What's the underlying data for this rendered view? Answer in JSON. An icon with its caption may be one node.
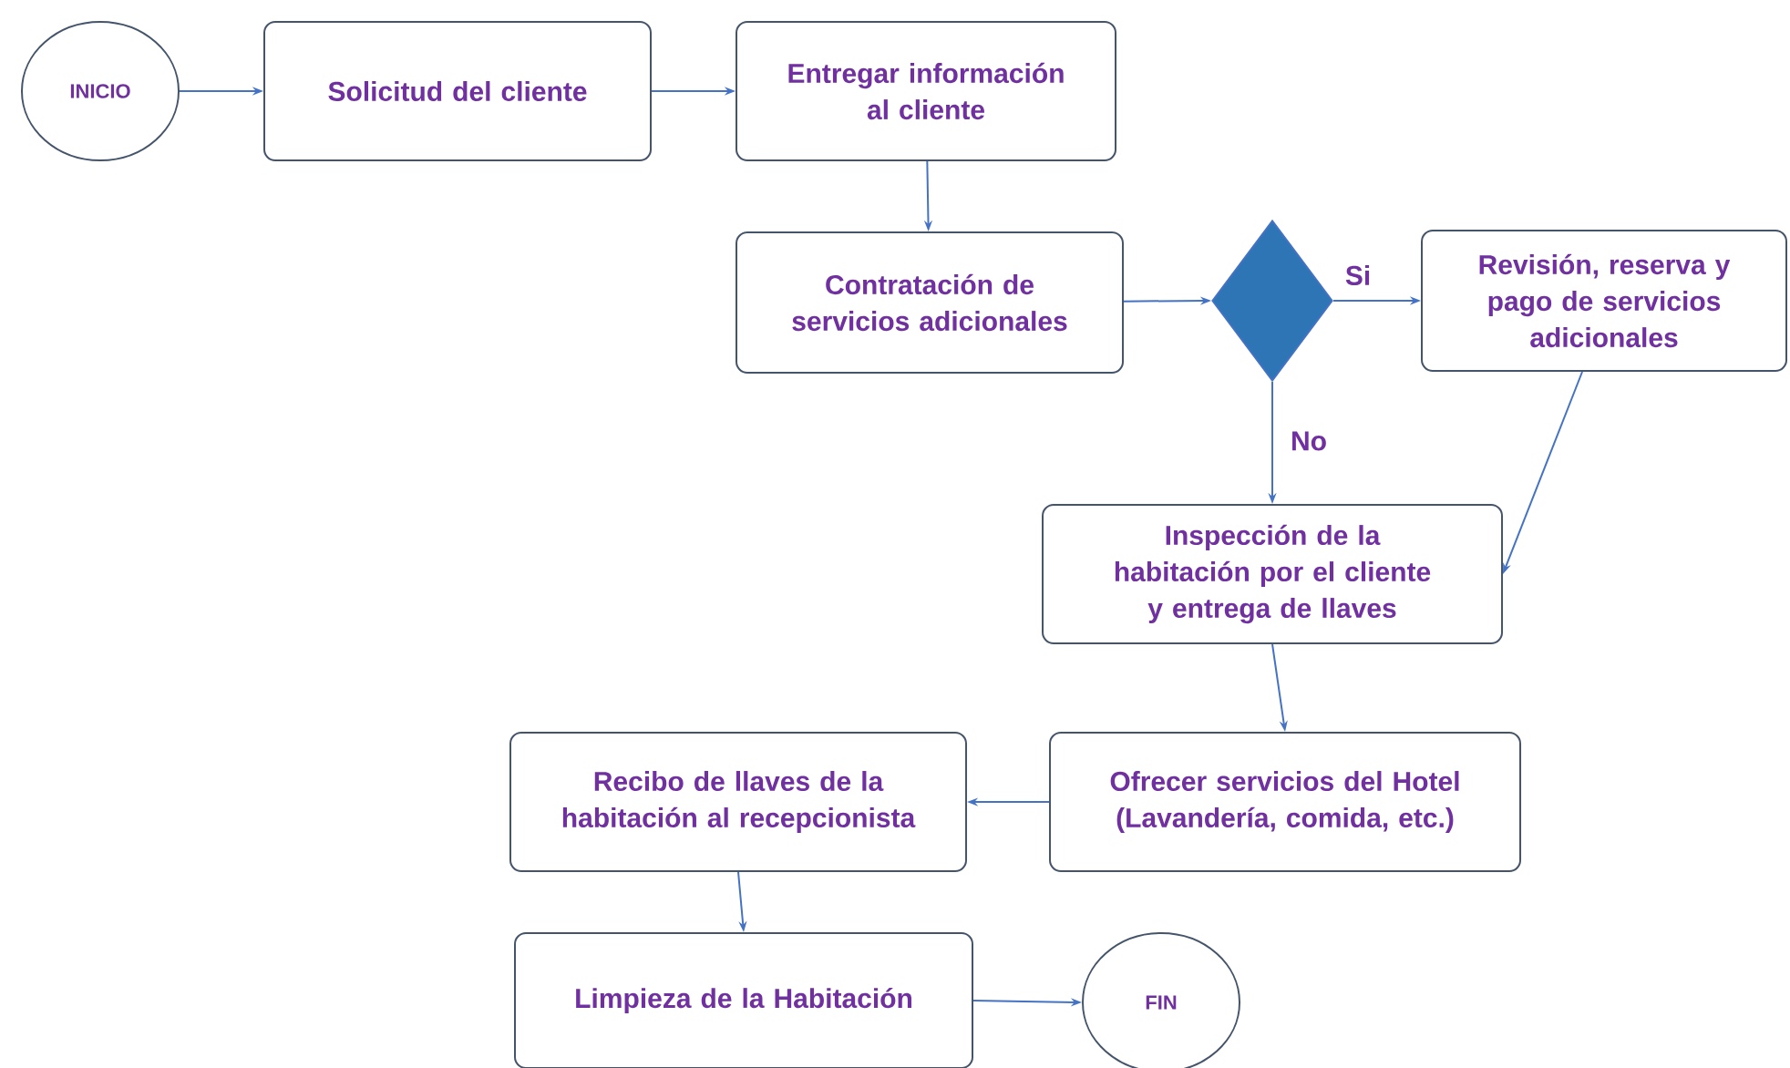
{
  "diagram": {
    "nodes": [
      {
        "text": [
          "INICIO"
        ]
      },
      {
        "text": [
          "Solicitud del cliente"
        ]
      },
      {
        "text": [
          "Entregar información al cliente"
        ]
      },
      {
        "text": [
          "Contratación de servicios adicionales"
        ]
      },
      {
        "text": [],
        "shape": "diamond"
      },
      {
        "text": [
          "Revisión, reserva y pago de servicios adicionales"
        ]
      },
      {
        "text": [
          "Inspección de la habitación por el cliente y entrega de llaves"
        ]
      },
      {
        "text": [
          "Ofrecer servicios del Hotel (Lavandería, comida, etc.)"
        ]
      },
      {
        "text": [
          "Recibo de llaves de la habitación al recepcionista"
        ]
      },
      {
        "text": [
          "Limpieza de la Habitación"
        ]
      },
      {
        "text": [
          "FIN"
        ]
      }
    ],
    "edges": [
      {
        "from": 0,
        "to": 1,
        "arrow": "to"
      },
      {
        "from": 1,
        "to": 2,
        "arrow": "to"
      },
      {
        "from": 2,
        "to": 3,
        "arrow": "to"
      },
      {
        "from": 3,
        "to": 4,
        "arrow": "to"
      },
      {
        "from": 4,
        "to": 5,
        "arrow": "to",
        "label": "Si"
      },
      {
        "from": 4,
        "to": 6,
        "arrow": "to",
        "label": "No"
      },
      {
        "from": 5,
        "to": 6,
        "arrow": "to"
      },
      {
        "from": 6,
        "to": 7,
        "arrow": "to"
      },
      {
        "from": 7,
        "to": 8,
        "arrow": "to"
      },
      {
        "from": 8,
        "to": 9,
        "arrow": "to"
      },
      {
        "from": 9,
        "to": 10,
        "arrow": "to"
      }
    ]
  }
}
